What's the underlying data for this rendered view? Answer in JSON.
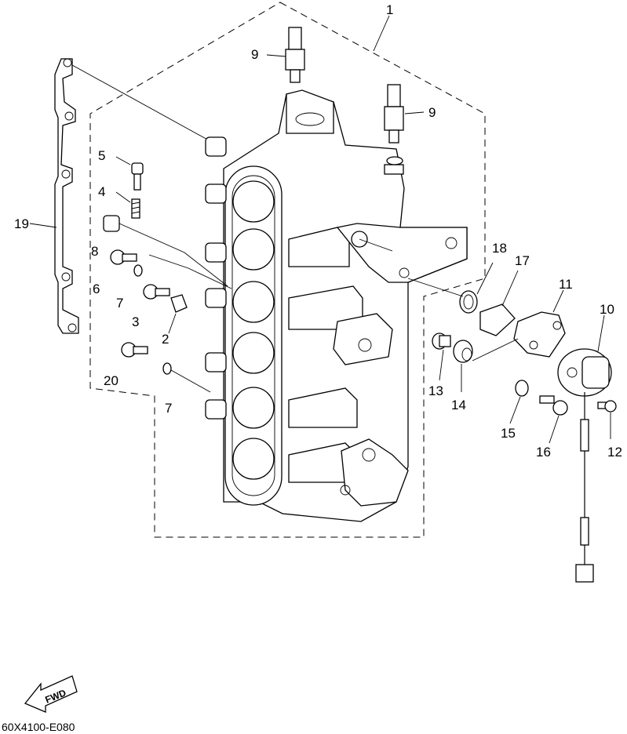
{
  "callouts": [
    {
      "id": "1",
      "text": "1"
    },
    {
      "id": "2",
      "text": "2"
    },
    {
      "id": "3",
      "text": "3"
    },
    {
      "id": "4",
      "text": "4"
    },
    {
      "id": "5",
      "text": "5"
    },
    {
      "id": "6",
      "text": "6"
    },
    {
      "id": "7a",
      "text": "7"
    },
    {
      "id": "7b",
      "text": "7"
    },
    {
      "id": "8",
      "text": "8"
    },
    {
      "id": "9a",
      "text": "9"
    },
    {
      "id": "9b",
      "text": "9"
    },
    {
      "id": "10",
      "text": "10"
    },
    {
      "id": "11",
      "text": "11"
    },
    {
      "id": "12",
      "text": "12"
    },
    {
      "id": "13",
      "text": "13"
    },
    {
      "id": "14",
      "text": "14"
    },
    {
      "id": "15",
      "text": "15"
    },
    {
      "id": "16",
      "text": "16"
    },
    {
      "id": "17",
      "text": "17"
    },
    {
      "id": "18",
      "text": "18"
    },
    {
      "id": "19",
      "text": "19"
    },
    {
      "id": "20",
      "text": "20"
    }
  ],
  "fwd_label": "FWD",
  "drawing_code": "60X4100-E080"
}
